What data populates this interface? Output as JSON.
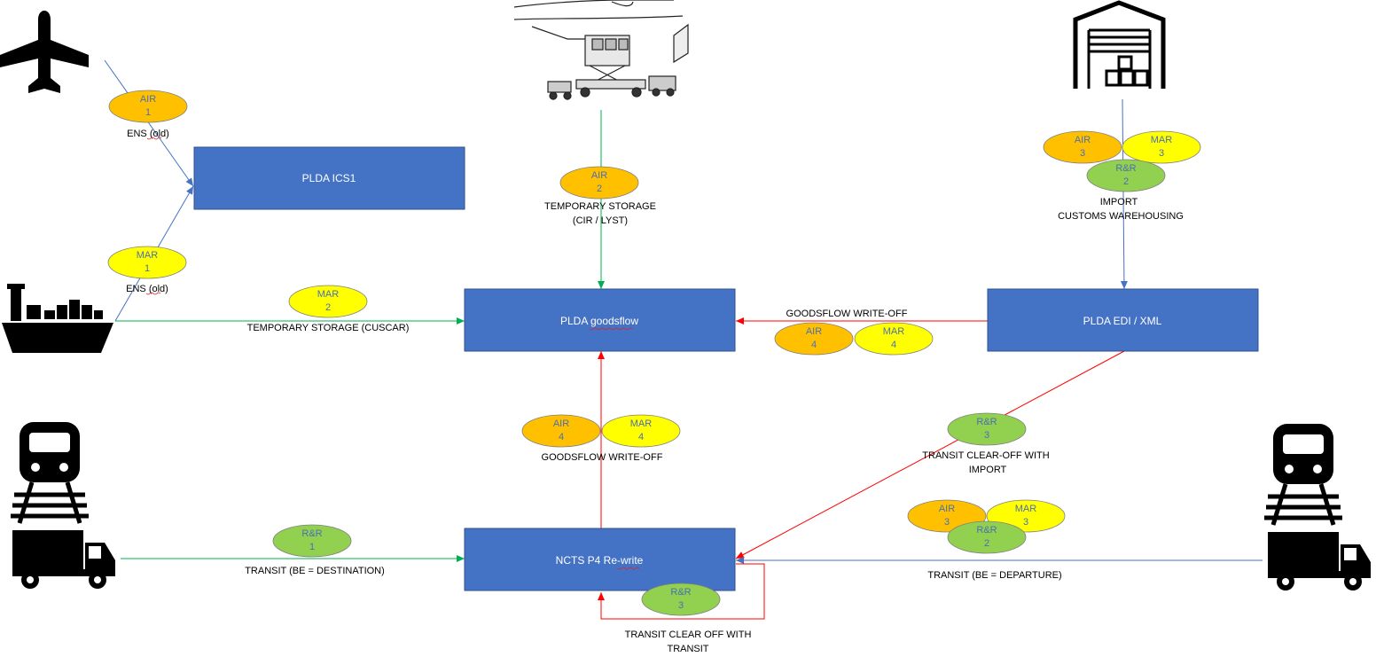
{
  "colors": {
    "system_box": "#4472C4",
    "system_box_border": "#2F528F",
    "blue_arrow": "#4472C4",
    "green_arrow": "#00B050",
    "red_arrow": "#FF0000",
    "air": "#FFC000",
    "mar": "#FFFF00",
    "rr": "#92D050",
    "badge_text": "#4A6FB3"
  },
  "icons": [
    "airplane-icon",
    "cargo-loading-icon",
    "warehouse-icon",
    "ship-icon",
    "train-icon",
    "truck-icon",
    "train-icon",
    "truck-icon"
  ],
  "systems": {
    "ics1": "PLDA ICS1",
    "goodsflow": "PLDA goodsflow",
    "edi": "PLDA EDI / XML",
    "ncts": "NCTS P4 Re-write"
  },
  "badges": {
    "air1": [
      "AIR",
      "1"
    ],
    "mar1": [
      "MAR",
      "1"
    ],
    "mar2": [
      "MAR",
      "2"
    ],
    "air2": [
      "AIR",
      "2"
    ],
    "air3_top": [
      "AIR",
      "3"
    ],
    "mar3_top": [
      "MAR",
      "3"
    ],
    "rr2_top": [
      "R&R",
      "2"
    ],
    "air4_right": [
      "AIR",
      "4"
    ],
    "mar4_right": [
      "MAR",
      "4"
    ],
    "air4_mid": [
      "AIR",
      "4"
    ],
    "mar4_mid": [
      "MAR",
      "4"
    ],
    "rr3_right": [
      "R&R",
      "3"
    ],
    "air3_bottom": [
      "AIR",
      "3"
    ],
    "mar3_bottom": [
      "MAR",
      "3"
    ],
    "rr2_bottom": [
      "R&R",
      "2"
    ],
    "rr1": [
      "R&R",
      "1"
    ],
    "rr3_bottom": [
      "R&R",
      "3"
    ]
  },
  "flows": {
    "ens_air": "ENS (old)",
    "ens_mar": "ENS (old)",
    "ts_cuscar": "TEMPORARY STORAGE (CUSCAR)",
    "ts_cir_1": "TEMPORARY STORAGE",
    "ts_cir_2": "(CIR / LYST)",
    "import_1": "IMPORT",
    "import_2": "CUSTOMS WAREHOUSING",
    "writeoff_right": "GOODSFLOW WRITE-OFF",
    "writeoff_mid": "GOODSFLOW WRITE-OFF",
    "tco_import_1": "TRANSIT CLEAR-OFF WITH",
    "tco_import_2": "IMPORT",
    "transit_dest": "TRANSIT (BE = DESTINATION)",
    "transit_dep": "TRANSIT (BE = DEPARTURE)",
    "tco_transit_1": "TRANSIT CLEAR OFF WITH",
    "tco_transit_2": "TRANSIT"
  }
}
